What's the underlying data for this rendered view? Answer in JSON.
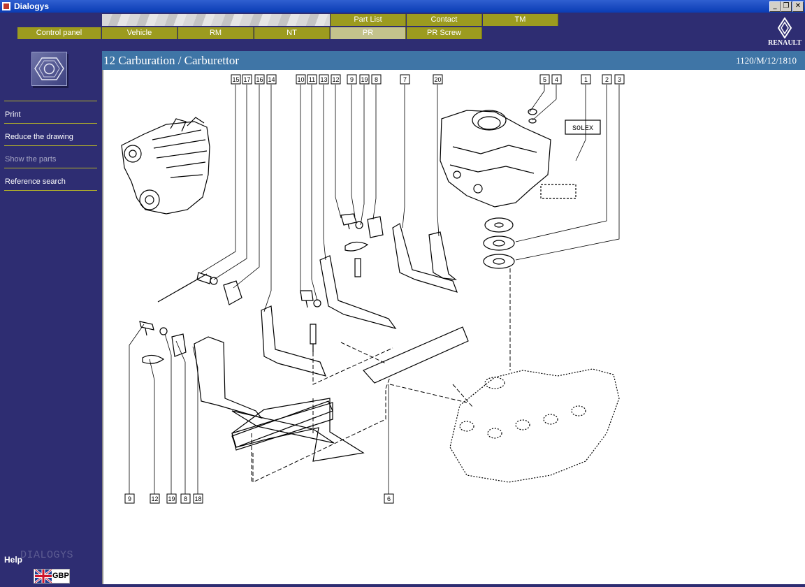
{
  "window": {
    "title": "Dialogys",
    "minimize_glyph": "_",
    "restore_glyph": "❐",
    "close_glyph": "✕"
  },
  "tabs_upper": [
    {
      "label": "Part List"
    },
    {
      "label": "Contact"
    },
    {
      "label": "TM"
    }
  ],
  "tabs_lower": [
    {
      "label": "Control panel"
    },
    {
      "label": "Vehicle"
    },
    {
      "label": "RM"
    },
    {
      "label": "NT"
    },
    {
      "label": "PR",
      "active": true
    },
    {
      "label": "PR Screw"
    }
  ],
  "brand": {
    "name": "RENAULT",
    "accent": "#9c9b1f",
    "panel_color": "#2e2d72",
    "header_color": "#3f75a6"
  },
  "sidebar": {
    "icon": "hex-nut-icon",
    "menu": [
      {
        "label": "Print",
        "enabled": true
      },
      {
        "label": "Reduce the drawing",
        "enabled": true
      },
      {
        "label": "Show the parts",
        "enabled": false
      },
      {
        "label": "Reference search",
        "enabled": true
      }
    ],
    "help": "Help",
    "watermark": "DIALOGYS",
    "language": "GBP"
  },
  "header": {
    "title": "12 Carburation / Carburettor",
    "reference": "1120/M/12/1810"
  },
  "diagram": {
    "top_callouts": [
      "15",
      "17",
      "16",
      "14",
      "10",
      "11",
      "13",
      "12",
      "9",
      "19",
      "8",
      "7",
      "20",
      "5",
      "4",
      "1",
      "2",
      "3"
    ],
    "bottom_callouts": [
      "9",
      "12",
      "19",
      "8",
      "18",
      "6"
    ],
    "label_box": "SOLEX"
  }
}
